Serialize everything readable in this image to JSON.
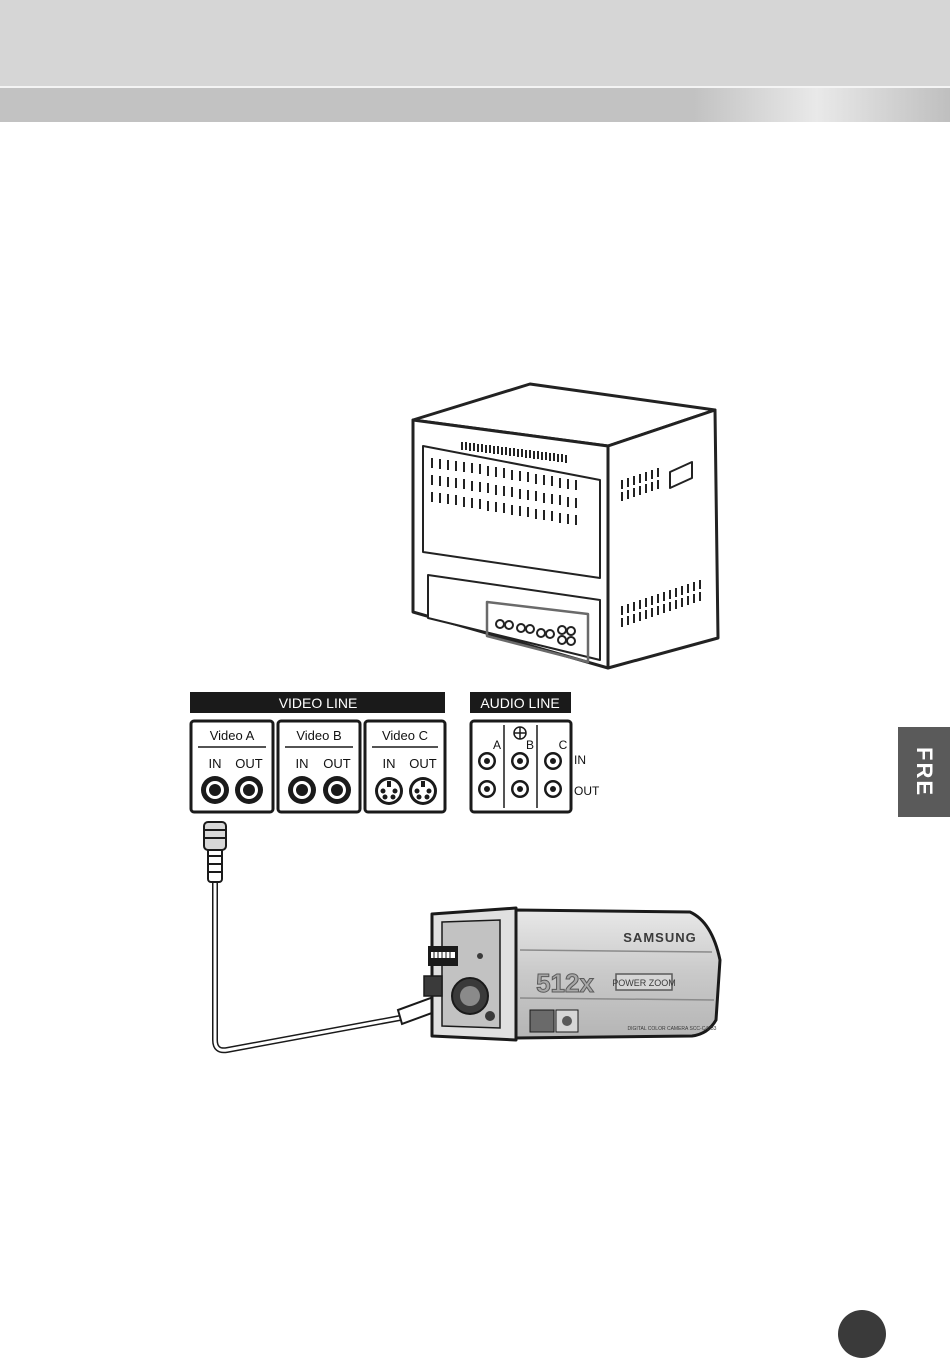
{
  "panel": {
    "video_header": "VIDEO LINE",
    "audio_header": "AUDIO LINE",
    "video_groups": [
      {
        "label": "Video A",
        "in": "IN",
        "out": "OUT"
      },
      {
        "label": "Video B",
        "in": "IN",
        "out": "OUT"
      },
      {
        "label": "Video C",
        "in": "IN",
        "out": "OUT"
      }
    ],
    "audio_channels": [
      "A",
      "B",
      "C"
    ],
    "audio_in": "IN",
    "audio_out": "OUT"
  },
  "camera": {
    "brand": "SAMSUNG",
    "zoom": "512x",
    "zoom_label": "POWER ZOOM",
    "model_caption": "DIGITAL COLOR CAMERA SCC-C4333"
  },
  "sidebar_tab": {
    "label": "FRE"
  },
  "colors": {
    "header_gray": "#d6d6d6",
    "tab_gray": "#5a5a5a",
    "panel_black": "#1a1a1a"
  }
}
